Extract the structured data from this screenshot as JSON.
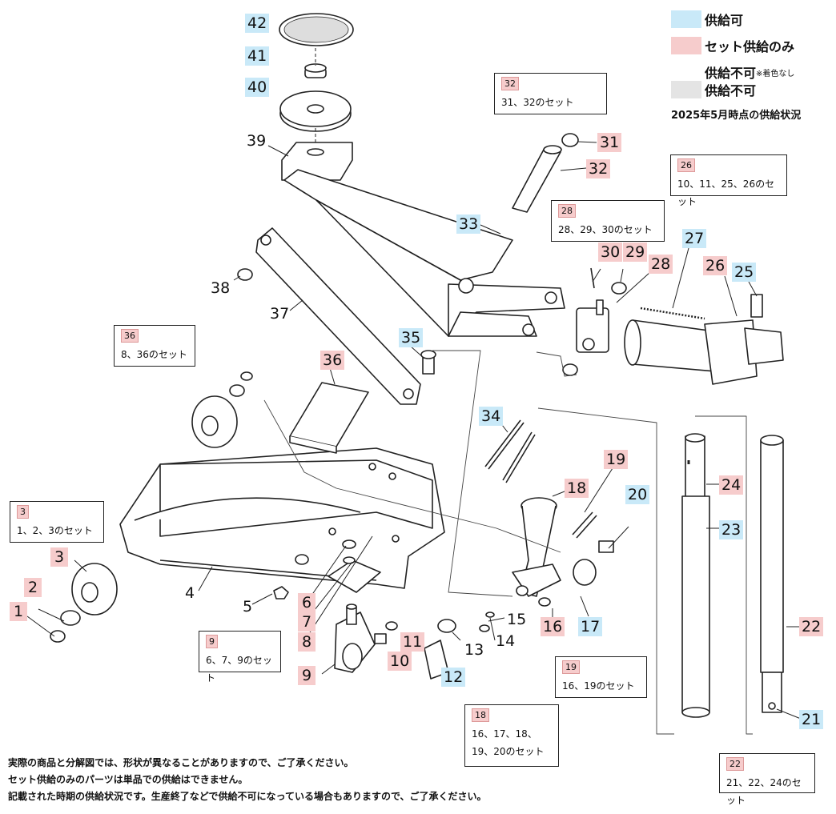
{
  "legend": {
    "available": "供給可",
    "set_only": "セット供給のみ",
    "unavailable_nocolor": "供給不可",
    "nocolor_note": "※着色なし",
    "unavailable": "供給不可",
    "status_date": "2025年5月時点の供給状況",
    "colors": {
      "available": "#c9e9f8",
      "set_only": "#f6cccc",
      "unavailable": "#e4e4e4"
    }
  },
  "callouts": {
    "c42": "42",
    "c41": "41",
    "c40": "40",
    "c39": "39",
    "c38": "38",
    "c37": "37",
    "c36": "36",
    "c35": "35",
    "c34": "34",
    "c33": "33",
    "c32": "32",
    "c31": "31",
    "c30": "30",
    "c29": "29",
    "c28": "28",
    "c27": "27",
    "c26": "26",
    "c25": "25",
    "c24": "24",
    "c23": "23",
    "c22": "22",
    "c21": "21",
    "c20": "20",
    "c19": "19",
    "c18": "18",
    "c17": "17",
    "c16": "16",
    "c15": "15",
    "c14": "14",
    "c13": "13",
    "c12": "12",
    "c11": "11",
    "c10": "10",
    "c9": "9",
    "c8": "8",
    "c7": "7",
    "c6": "6",
    "c5": "5",
    "c4": "4",
    "c3": "3",
    "c2": "2",
    "c1": "1"
  },
  "sets": {
    "s32": {
      "tag": "32",
      "text": "31、32のセット"
    },
    "s26": {
      "tag": "26",
      "text": "10、11、25、26のセット"
    },
    "s28": {
      "tag": "28",
      "text": "28、29、30のセット"
    },
    "s36": {
      "tag": "36",
      "text": "8、36のセット"
    },
    "s3": {
      "tag": "3",
      "text": "1、2、3のセット"
    },
    "s9": {
      "tag": "9",
      "text": "6、7、9のセット"
    },
    "s19": {
      "tag": "19",
      "text": "16、19のセット"
    },
    "s18": {
      "tag": "18",
      "text1": "16、17、18、",
      "text2": "19、20のセット"
    },
    "s22": {
      "tag": "22",
      "text": "21、22、24のセット"
    }
  },
  "notes": {
    "line1": "実際の商品と分解図では、形状が異なることがありますので、ご了承ください。",
    "line2": "セット供給のみのパーツは単品での供給はできません。",
    "line3": "記載された時期の供給状況です。生産終了などで供給不可になっている場合もありますので、ご了承ください。"
  }
}
